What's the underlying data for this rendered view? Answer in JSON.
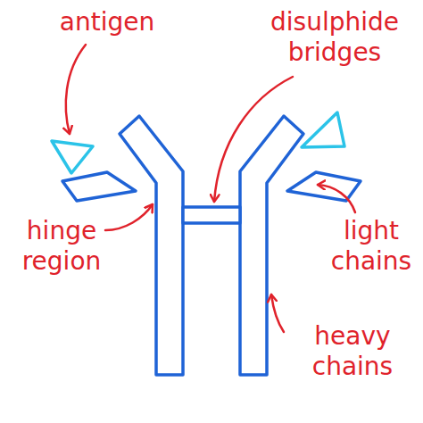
{
  "diagram": {
    "labels": [
      "antigen",
      "disulphide bridges",
      "light chains",
      "hinge region",
      "heavy chains"
    ]
  }
}
